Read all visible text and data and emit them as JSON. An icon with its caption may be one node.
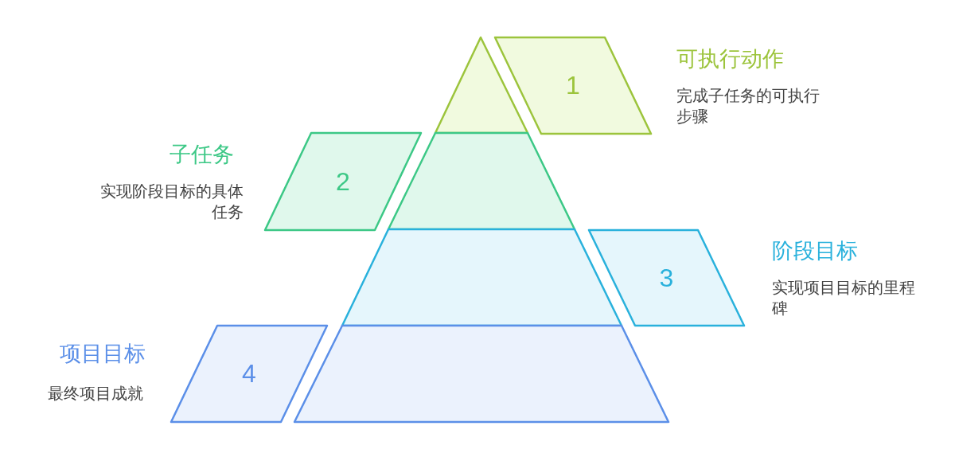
{
  "diagram": {
    "nodes": [
      {
        "text": [
          "1"
        ],
        "beside": [
          "可执行动作",
          "完成子任务的可执行步骤"
        ]
      },
      {
        "text": [
          "2"
        ],
        "beside": [
          "子任务",
          "实现阶段目标的具体任务"
        ]
      },
      {
        "text": [
          "3"
        ],
        "beside": [
          "阶段目标",
          "实现项目目标的里程碑"
        ]
      },
      {
        "text": [
          "4"
        ],
        "beside": [
          "项目目标",
          "最终项目成就"
        ]
      }
    ]
  }
}
